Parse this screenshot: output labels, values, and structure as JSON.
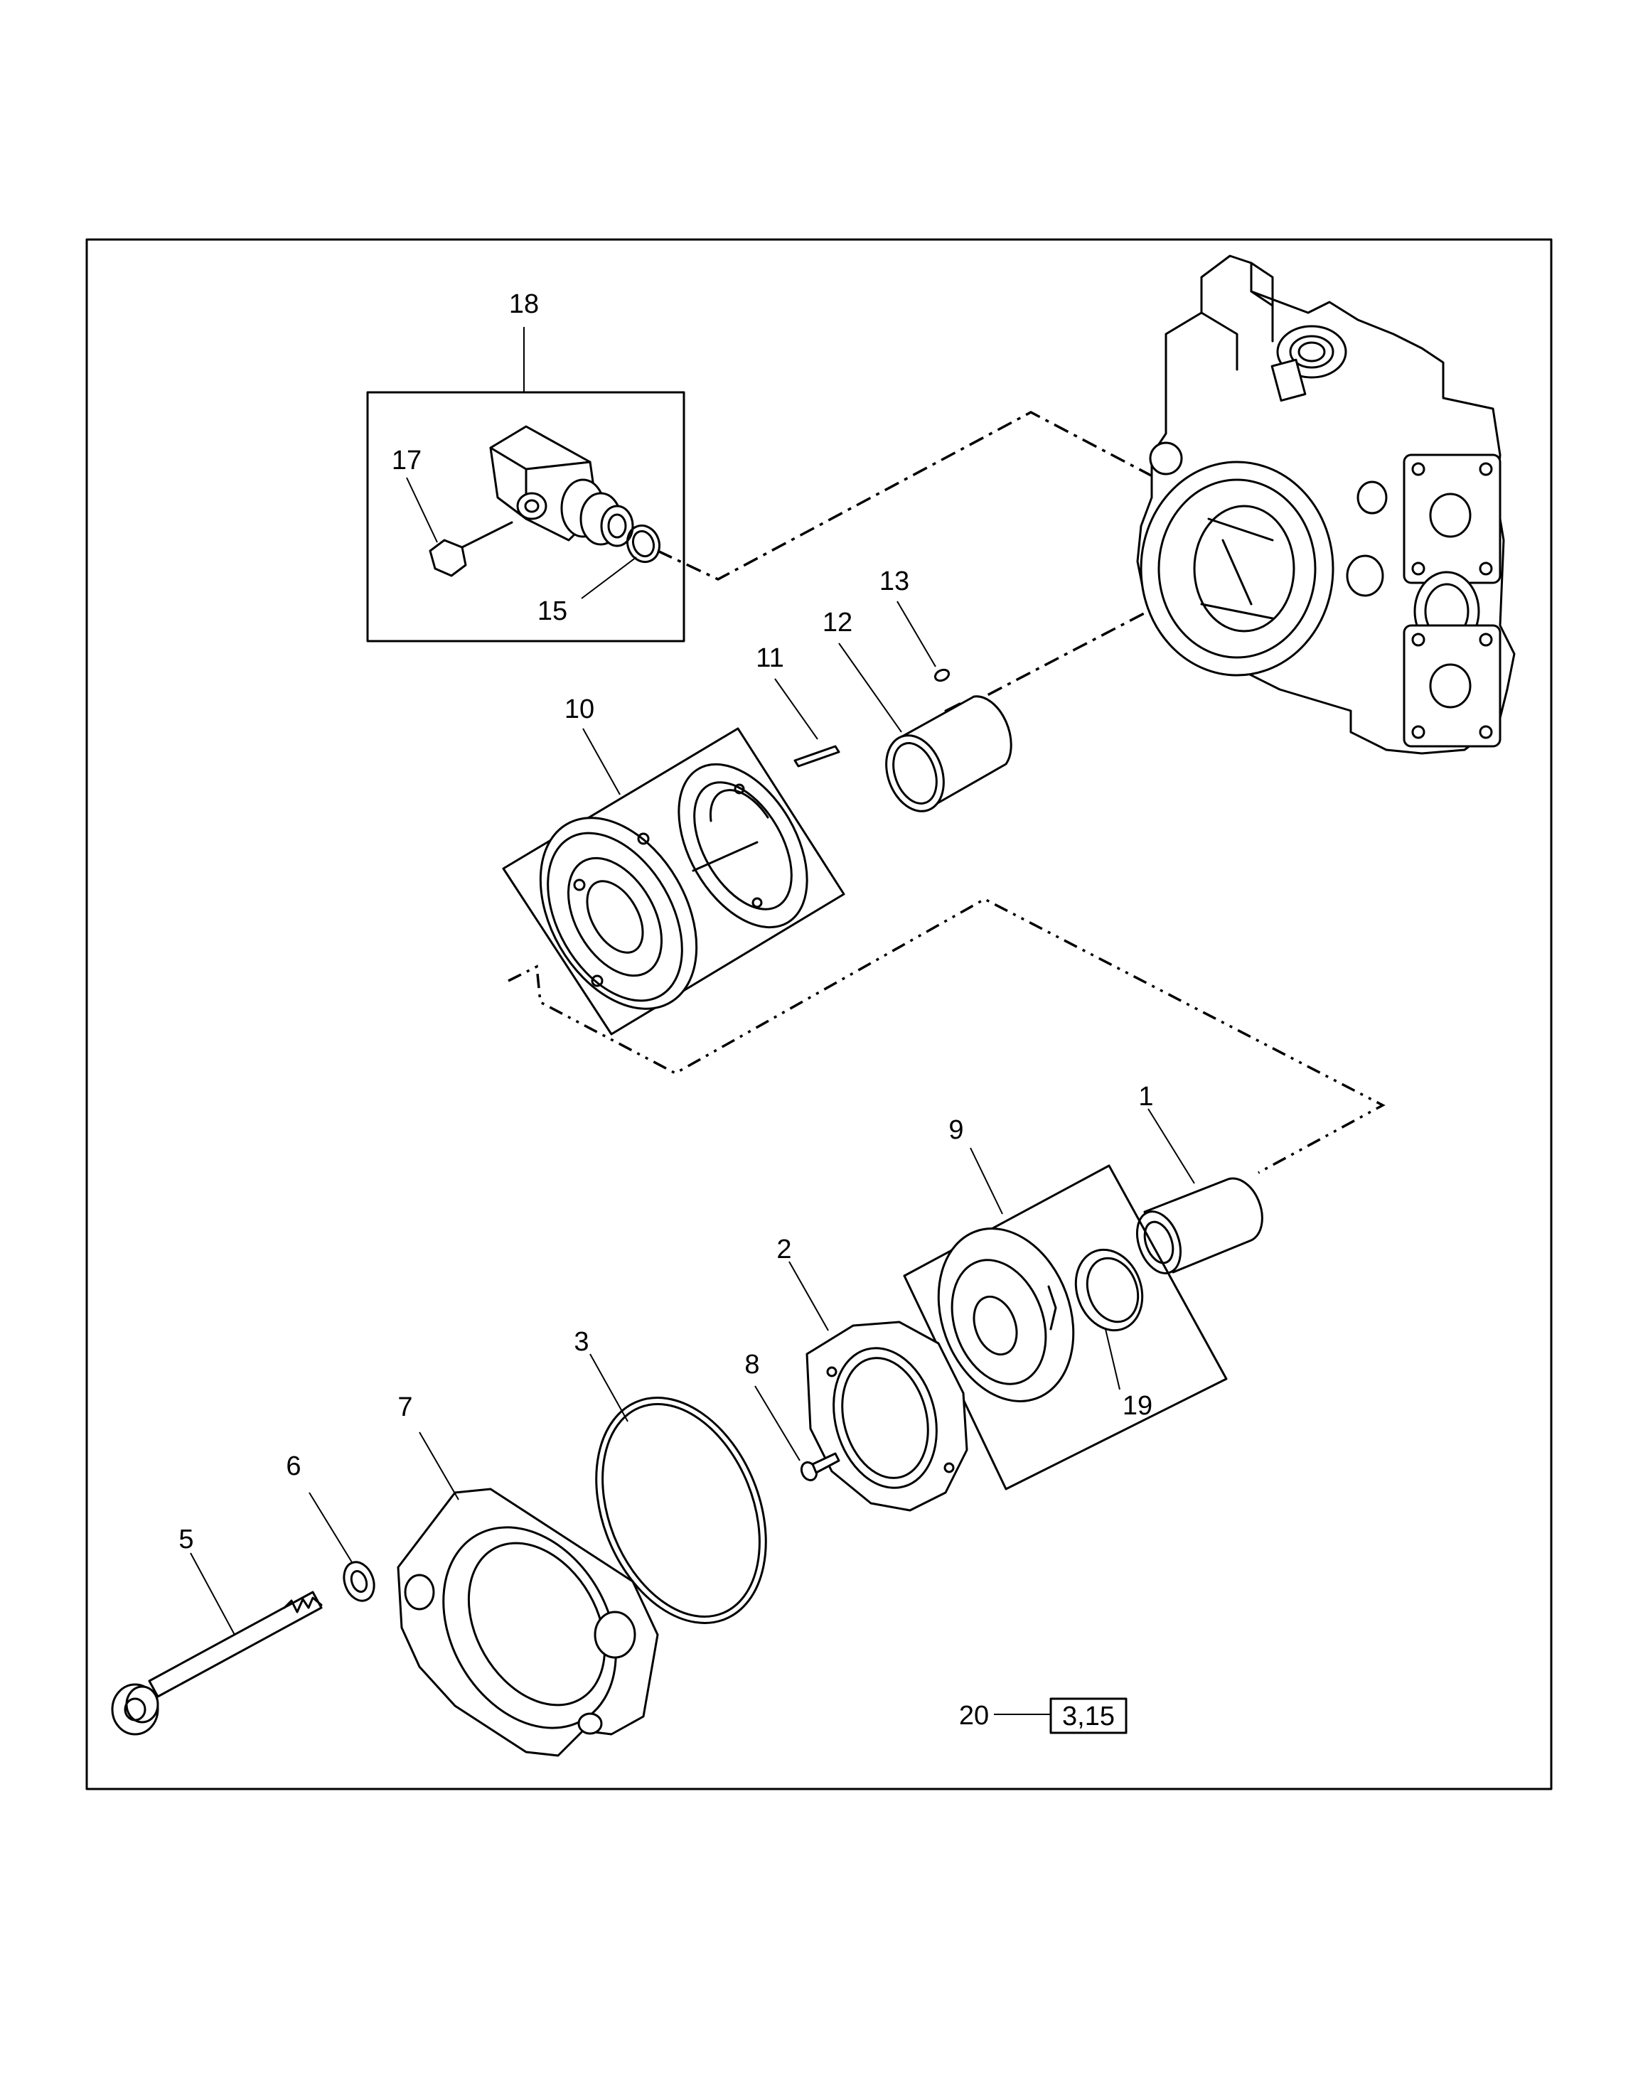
{
  "callouts": {
    "c1": "1",
    "c2": "2",
    "c3": "3",
    "c5": "5",
    "c6": "6",
    "c7": "7",
    "c8": "8",
    "c9": "9",
    "c10": "10",
    "c11": "11",
    "c12": "12",
    "c13": "13",
    "c15": "15",
    "c17": "17",
    "c18": "18",
    "c19": "19",
    "c20": "20"
  },
  "kit_reference": "3,15"
}
